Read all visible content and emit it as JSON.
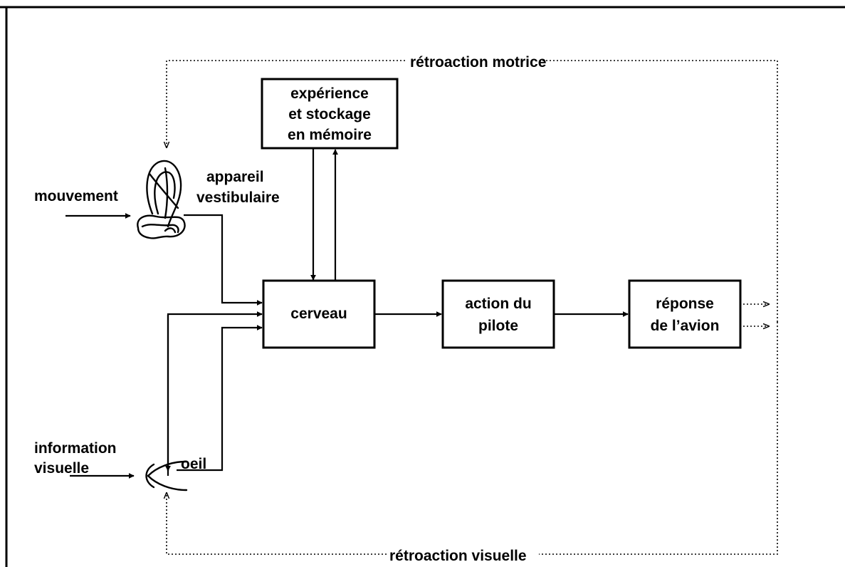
{
  "diagram": {
    "feedback": {
      "motor": "rétroaction motrice",
      "visual": "rétroaction visuelle"
    },
    "inputs": {
      "movement": "mouvement",
      "visual_info": [
        "information",
        "visuelle"
      ]
    },
    "organs": {
      "vestibular": [
        "appareil",
        "vestibulaire"
      ],
      "eye": "oeil"
    },
    "boxes": {
      "memory": [
        "expérience",
        "et stockage",
        "en mémoire"
      ],
      "brain": "cerveau",
      "pilot_action": [
        "action du",
        "pilote"
      ],
      "aircraft_response": [
        "réponse",
        "de l’avion"
      ]
    },
    "icons": [
      "inner-ear-icon",
      "eye-icon"
    ]
  }
}
